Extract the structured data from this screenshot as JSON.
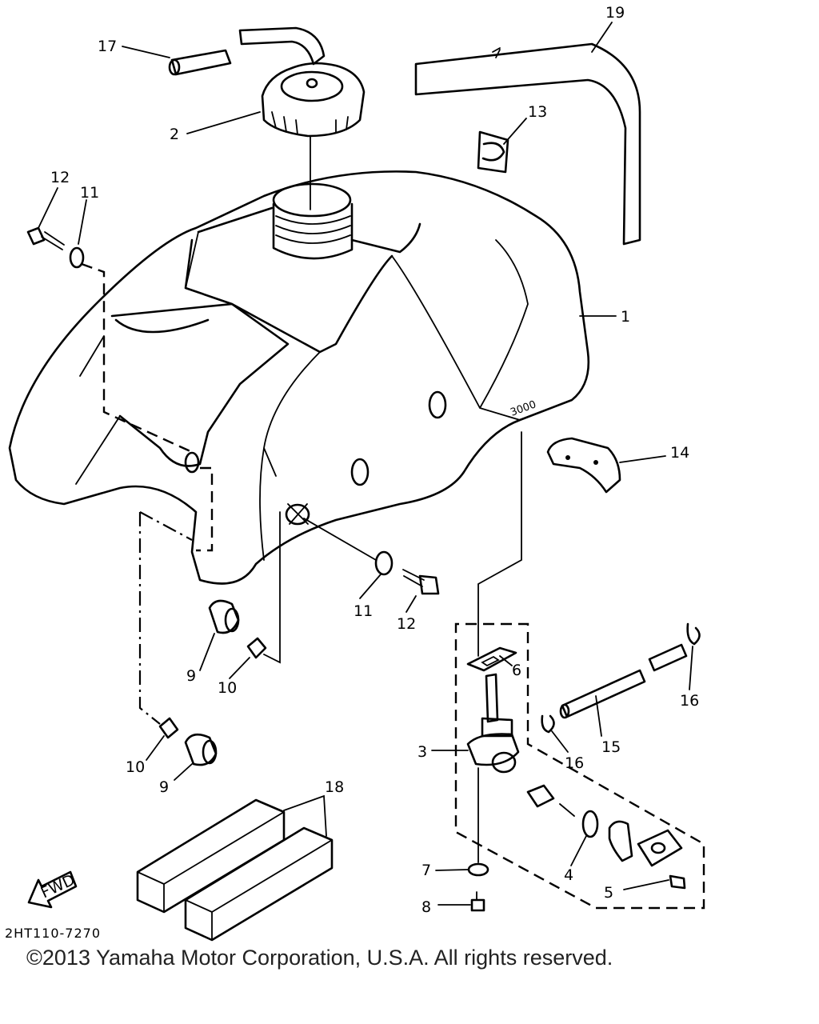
{
  "drawing_code": "2HT110-7270",
  "fwd_label": "FWD",
  "copyright": "©2013 Yamaha Motor Corporation, U.S.A. All rights reserved.",
  "callouts": {
    "c1": "1",
    "c2": "2",
    "c3": "3",
    "c4": "4",
    "c5": "5",
    "c6": "6",
    "c7": "7",
    "c8": "8",
    "c9a": "9",
    "c9b": "9",
    "c10a": "10",
    "c10b": "10",
    "c11a": "11",
    "c11b": "11",
    "c12a": "12",
    "c12b": "12",
    "c13": "13",
    "c14": "14",
    "c15": "15",
    "c16a": "16",
    "c16b": "16",
    "c17": "17",
    "c18": "18",
    "c19": "19"
  }
}
